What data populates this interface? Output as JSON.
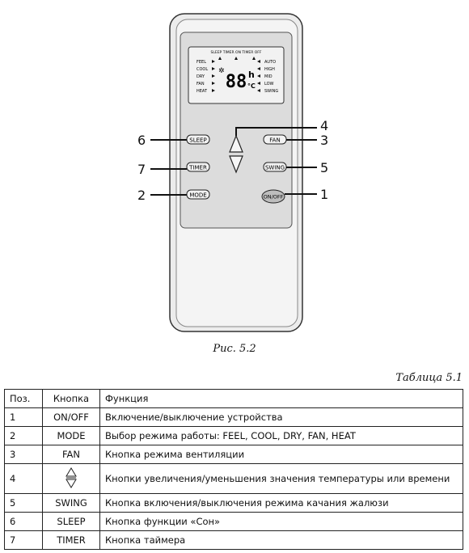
{
  "remote": {
    "display": {
      "top_labels": "SLEEP TIMER ON TIMER OFF",
      "left_modes": [
        "FEEL",
        "COOL",
        "DRY",
        "FAN",
        "HEAT"
      ],
      "right_speeds": [
        "AUTO",
        "HIGH",
        "MID",
        "LOW",
        "SWING"
      ],
      "digits": "88",
      "unit_h": "h",
      "unit_c": "°C"
    },
    "buttons": {
      "sleep": "SLEEP",
      "timer": "TIMER",
      "mode": "MODE",
      "fan": "FAN",
      "swing": "SWING",
      "onoff": "ON/OFF"
    },
    "callouts": {
      "n1": "1",
      "n2": "2",
      "n3": "3",
      "n4": "4",
      "n5": "5",
      "n6": "6",
      "n7": "7"
    }
  },
  "figure_caption": "Рис. 5.2",
  "table_caption": "Таблица 5.1",
  "table": {
    "headers": {
      "pos": "Поз.",
      "button": "Кнопка",
      "function": "Функция"
    },
    "rows": [
      {
        "pos": "1",
        "button": "ON/OFF",
        "function": "Включение/выключение устройства"
      },
      {
        "pos": "2",
        "button": "MODE",
        "function": "Выбор режима работы: FEEL, COOL, DRY, FAN, HEAT"
      },
      {
        "pos": "3",
        "button": "FAN",
        "function": "Кнопка режима вентиляции"
      },
      {
        "pos": "4",
        "button": "",
        "function": "Кнопки увеличения/уменьшения значения температуры или времени"
      },
      {
        "pos": "5",
        "button": "SWING",
        "function": "Кнопка включения/выключения режима качания жалюзи"
      },
      {
        "pos": "6",
        "button": "SLEEP",
        "function": "Кнопка функции «Сон»"
      },
      {
        "pos": "7",
        "button": "TIMER",
        "function": "Кнопка таймера"
      }
    ]
  }
}
